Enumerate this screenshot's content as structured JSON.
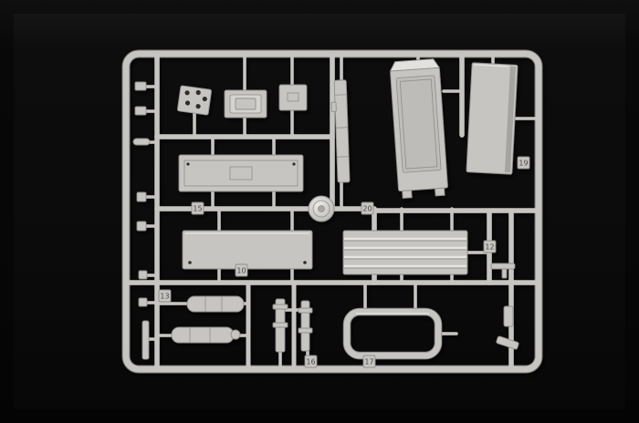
{
  "scene": {
    "title": "Light grey injection-molded model kit sprue photographed on a black background",
    "background_color": "#0b0b0b",
    "sprue_color": "#c6c5c2",
    "sprue_highlight": "#e6e5e2",
    "sprue_shadow": "#8f8e8b"
  },
  "tags": [
    {
      "label": "15"
    },
    {
      "label": "20"
    },
    {
      "label": "10"
    },
    {
      "label": "12"
    },
    {
      "label": "13"
    },
    {
      "label": "19"
    },
    {
      "label": "16"
    },
    {
      "label": "17"
    }
  ]
}
